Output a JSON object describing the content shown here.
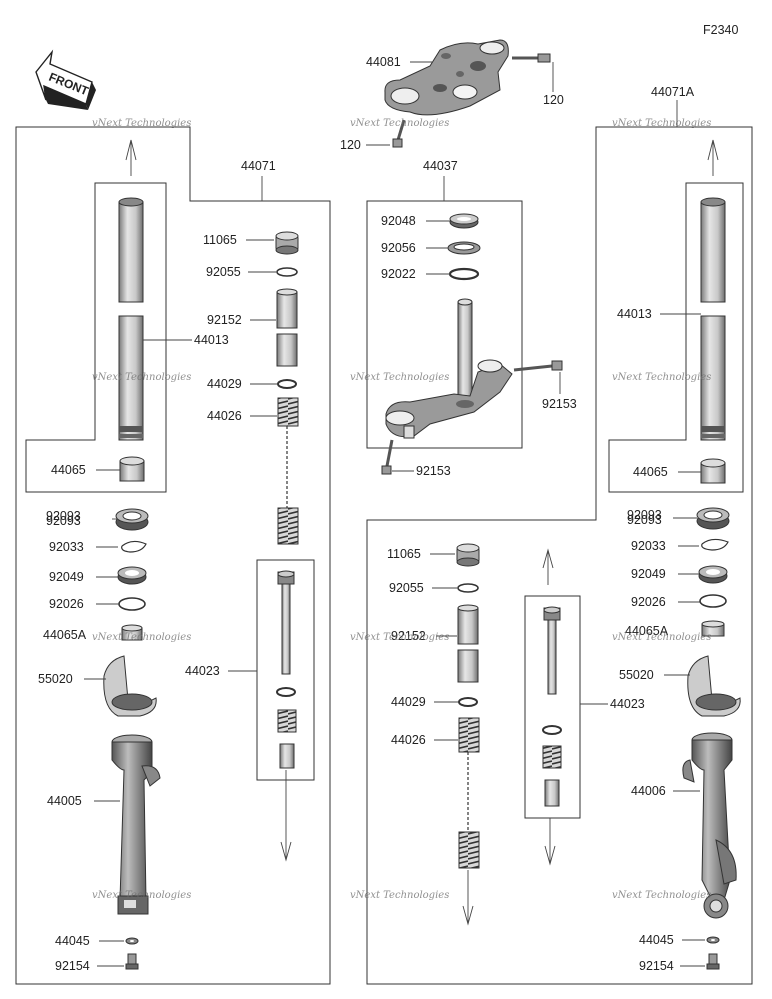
{
  "figure_code": "F2340",
  "front_label": "FRONT",
  "watermark": "vNext Technologies",
  "labels": {
    "top_bracket": "44081",
    "top_bolt_r": "120",
    "top_bolt_l": "120",
    "fork_r_assy": "44071A",
    "fork_l_assy": "44071",
    "stem_assy": "44037",
    "stem_seal": "92048",
    "stem_washer": "92056",
    "stem_oring": "92022",
    "stem_bolt_upper": "92153",
    "stem_bolt_lower": "92153",
    "l_tube": "44013",
    "l_bush": "44065",
    "l_seal_a": "92093",
    "l_seal_b": "92093",
    "l_clip": "92033",
    "l_oilseal": "92049",
    "l_washer": "92026",
    "l_bush_a": "44065A",
    "l_cover": "55020",
    "l_outer": "44005",
    "l_gasket": "44045",
    "l_bolt": "92154",
    "l_cap": "11065",
    "l_oring": "92055",
    "l_pipe": "92152",
    "l_spring_seat": "44029",
    "l_spring": "44026",
    "l_cylinder": "44023",
    "r_tube": "44013",
    "r_bush": "44065",
    "r_seal_a": "92093",
    "r_seal_b": "92093",
    "r_clip": "92033",
    "r_oilseal": "92049",
    "r_washer": "92026",
    "r_bush_a": "44065A",
    "r_cover": "55020",
    "r_outer": "44006",
    "r_gasket": "44045",
    "r_bolt": "92154",
    "r_cap": "11065",
    "r_oring": "92055",
    "r_pipe": "92152",
    "r_spring_seat": "44029",
    "r_spring": "44026",
    "r_cylinder": "44023"
  }
}
